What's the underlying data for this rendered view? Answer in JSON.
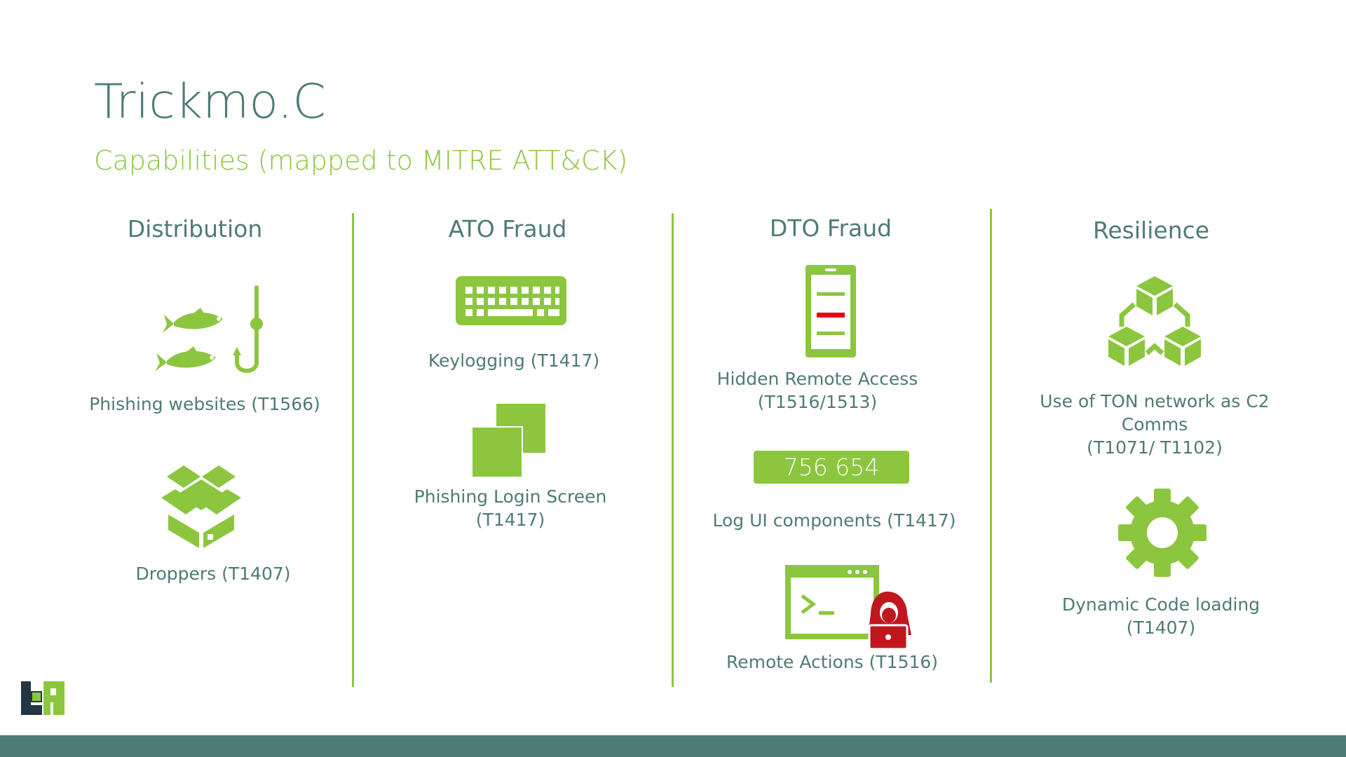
{
  "title": "Trickmo.C",
  "subtitle": "Capabilities (mapped to MITRE ATT&CK)",
  "columns": [
    {
      "heading": "Distribution",
      "items": [
        {
          "label": "Phishing websites (T1566)",
          "icon": "fish-hook-icon"
        },
        {
          "label": "Droppers (T1407)",
          "icon": "open-box-icon"
        }
      ]
    },
    {
      "heading": "ATO Fraud",
      "items": [
        {
          "label": "Keylogging (T1417)",
          "icon": "keyboard-icon"
        },
        {
          "label_line1": "Phishing Login Screen",
          "label_line2": "(T1417)",
          "icon": "overlay-windows-icon"
        }
      ]
    },
    {
      "heading": "DTO Fraud",
      "items": [
        {
          "label_line1": "Hidden Remote Access",
          "label_line2": "(T1516/1513)",
          "icon": "phone-icon"
        },
        {
          "label": "Log UI components (T1417)",
          "icon": "otp-code-icon",
          "code": "756 654"
        },
        {
          "label": "Remote Actions (T1516)",
          "icon": "terminal-hacker-icon"
        }
      ]
    },
    {
      "heading": "Resilience",
      "items": [
        {
          "label_line1": "Use of TON network as C2",
          "label_line2": "Comms",
          "label_line3": "(T1071/ T1102)",
          "icon": "blockchain-cubes-icon"
        },
        {
          "label_line1": "Dynamic Code loading",
          "label_line2": "(T1407)",
          "icon": "gear-icon"
        }
      ]
    }
  ],
  "colors": {
    "primary_text": "#4f7b76",
    "accent_green": "#8cc63f",
    "alert_red": "#e30613",
    "hacker_red": "#c0171f",
    "logo_dark": "#233645"
  }
}
